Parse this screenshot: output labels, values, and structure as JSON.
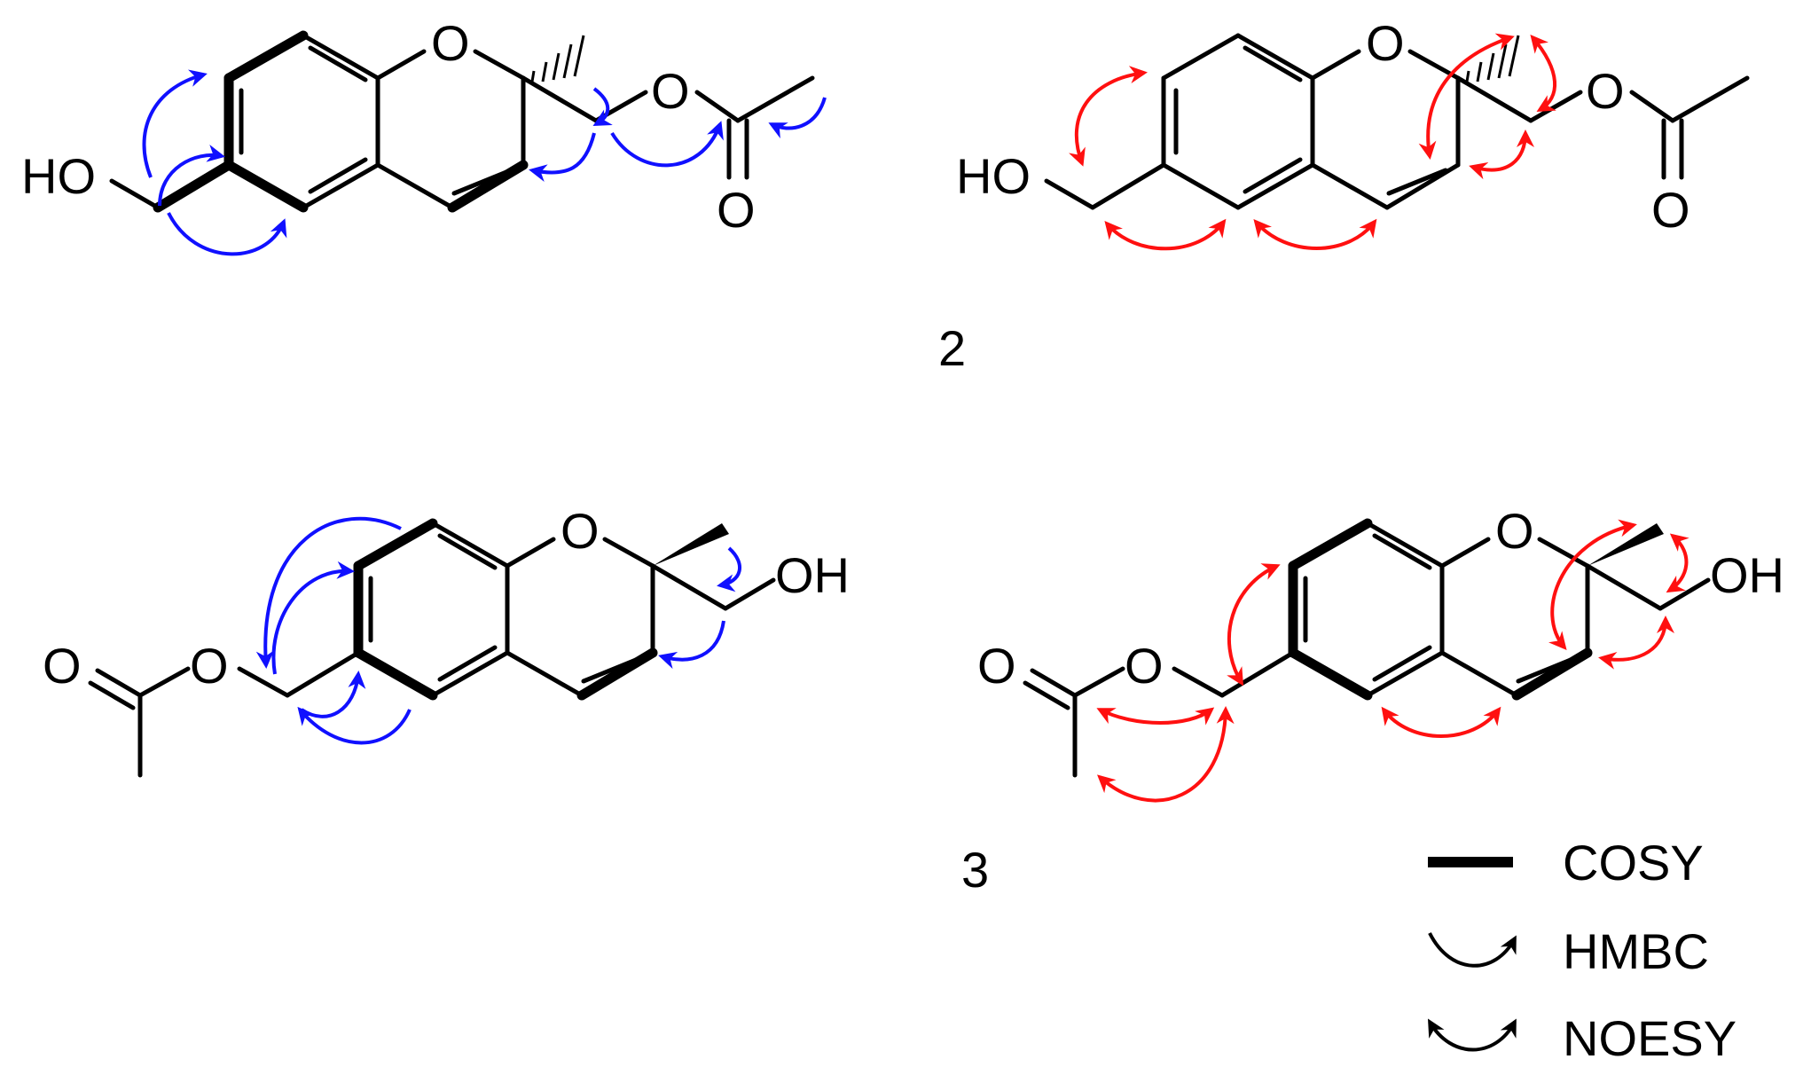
{
  "atoms": {
    "O": "O",
    "OH": "OH",
    "HO": "HO"
  },
  "compounds": [
    {
      "label": "2"
    },
    {
      "label": "3"
    }
  ],
  "legend": {
    "cosy": "COSY",
    "hmbc": "HMBC",
    "noesy": "NOESY"
  },
  "colors": {
    "hmbc_arrow": "#1010ff",
    "noesy_arrow": "#ff1010",
    "bond": "#000000"
  }
}
